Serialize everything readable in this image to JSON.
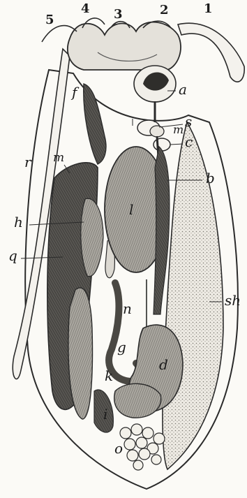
{
  "figure": {
    "arm_numbers": [
      "5",
      "4",
      "3",
      "2",
      "1"
    ],
    "labels": {
      "a": "a",
      "s": "s",
      "m_right": "m",
      "c": "c",
      "f": "f",
      "b": "b",
      "r": "r",
      "m_left": "m",
      "h": "h",
      "l": "l",
      "q": "q",
      "sh": "sh",
      "n": "n",
      "g": "g",
      "d": "d",
      "k": "k",
      "i": "i",
      "o": "o"
    }
  }
}
